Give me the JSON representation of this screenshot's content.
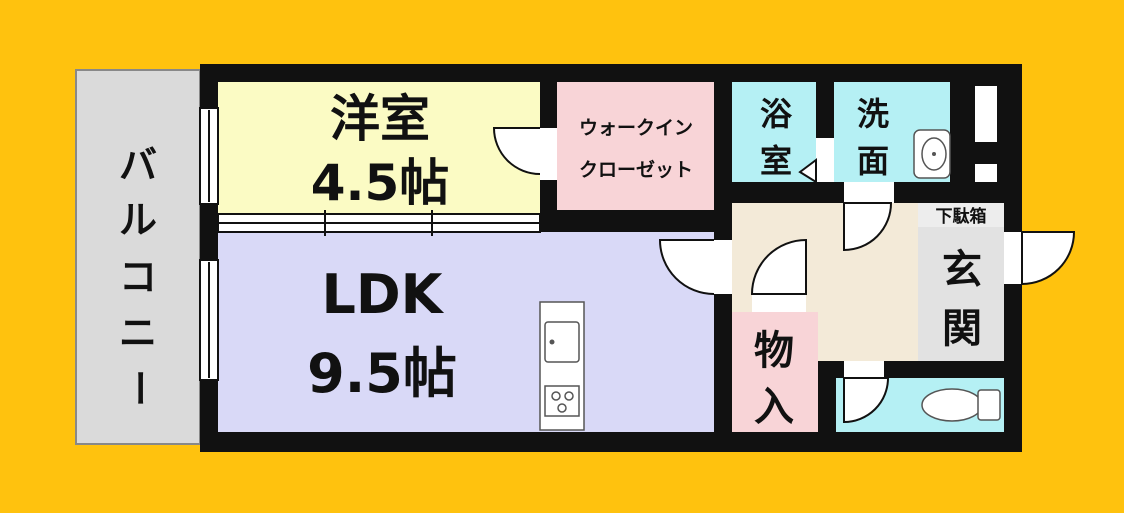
{
  "colors": {
    "background": "#FFC20E",
    "wall": "#111111",
    "balcony": "#DADADA",
    "bedroom": "#FBFBC4",
    "ldk": "#D9D9F7",
    "closet": "#F8D4D7",
    "bath": "#B5F0F4",
    "hall": "#F3EAD8",
    "entrance": "#E2E2E2",
    "storage": "#F8D4D7"
  },
  "rooms": {
    "balcony": {
      "label": "バルコニー"
    },
    "bedroom": {
      "label_line1": "洋室",
      "label_line2": "4.5帖"
    },
    "ldk": {
      "label_line1": "LDK",
      "label_line2": "9.5帖"
    },
    "walkin_closet": {
      "label_line1": "ウォークイン",
      "label_line2": "クローゼット"
    },
    "bathroom": {
      "label_line1": "浴",
      "label_line2": "室"
    },
    "washroom": {
      "label_line1": "洗",
      "label_line2": "面"
    },
    "shoe_box": {
      "label": "下駄箱"
    },
    "entrance": {
      "label_line1": "玄",
      "label_line2": "関"
    },
    "storage": {
      "label_line1": "物",
      "label_line2": "入"
    }
  },
  "icons": [
    "kitchen-sink-icon",
    "stove-icon",
    "wash-basin-icon",
    "toilet-icon",
    "door-swing-icon"
  ]
}
